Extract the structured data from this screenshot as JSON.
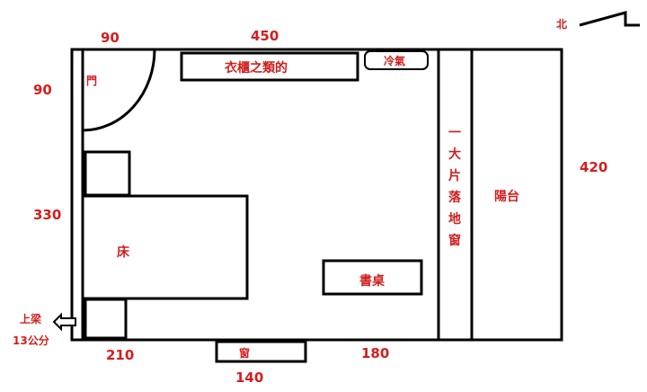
{
  "dimensions": {
    "top_left": "90",
    "top_right": "450",
    "left_top": "90",
    "left_middle": "330",
    "right": "420",
    "bottom_left": "210",
    "bottom_window": "140",
    "bottom_right": "180"
  },
  "labels": {
    "north": "北",
    "door": "門",
    "wardrobe": "衣櫃之類的",
    "ac": "冷氣",
    "french_window": [
      "一",
      "大",
      "片",
      "落",
      "地",
      "窗"
    ],
    "balcony": "陽台",
    "bed": "床",
    "desk": "書桌",
    "window": "窗",
    "beam_line1": "上梁",
    "beam_line2": "13公分"
  },
  "colors": {
    "label": "#d21e1e",
    "wall": "#000000",
    "background": "#ffffff"
  }
}
